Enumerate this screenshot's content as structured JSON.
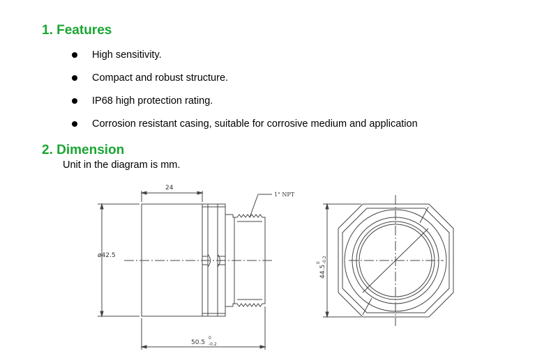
{
  "features": {
    "heading": "1. Features",
    "items": [
      "High sensitivity.",
      "Compact and robust structure.",
      "IP68 high protection rating.",
      "Corrosion resistant casing, suitable for corrosive medium and application"
    ]
  },
  "dimension": {
    "heading": "2. Dimension",
    "note": "Unit in the diagram is mm.",
    "labels": {
      "length_top": "24",
      "thread": "1\" NPT",
      "diameter": "ø42.5",
      "total_length": "50.5",
      "total_length_tol_upper": "0",
      "total_length_tol_lower": "-0.2",
      "hex_width": "44.5",
      "hex_width_tol_upper": "0",
      "hex_width_tol_lower": "-0.2"
    }
  },
  "colors": {
    "heading": "#1aa632",
    "line": "#444444"
  }
}
